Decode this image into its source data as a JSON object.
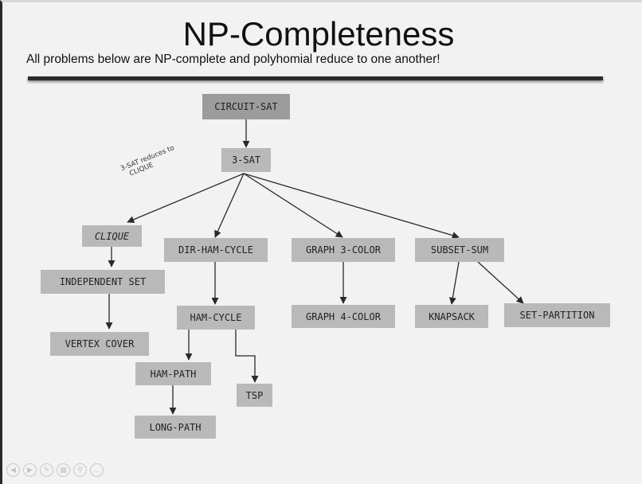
{
  "slide": {
    "title": "NP-Completeness",
    "subtitle": "All problems below are NP-complete and polyhomial reduce to one another!"
  },
  "annotation": {
    "line1": "3-SAT reduces to",
    "line2": "CLIQUE"
  },
  "nodes": {
    "circuit_sat": "CIRCUIT-SAT",
    "three_sat": "3-SAT",
    "clique": "CLIQUE",
    "independent_set": "INDEPENDENT SET",
    "vertex_cover": "VERTEX COVER",
    "dir_ham_cycle": "DIR-HAM-CYCLE",
    "ham_cycle": "HAM-CYCLE",
    "ham_path": "HAM-PATH",
    "long_path": "LONG-PATH",
    "tsp": "TSP",
    "graph_3_color": "GRAPH 3-COLOR",
    "graph_4_color": "GRAPH 4-COLOR",
    "subset_sum": "SUBSET-SUM",
    "knapsack": "KNAPSACK",
    "set_partition": "SET-PARTITION"
  },
  "edges": [
    [
      "circuit_sat",
      "three_sat"
    ],
    [
      "three_sat",
      "clique"
    ],
    [
      "three_sat",
      "dir_ham_cycle"
    ],
    [
      "three_sat",
      "graph_3_color"
    ],
    [
      "three_sat",
      "subset_sum"
    ],
    [
      "clique",
      "independent_set"
    ],
    [
      "independent_set",
      "vertex_cover"
    ],
    [
      "dir_ham_cycle",
      "ham_cycle"
    ],
    [
      "ham_cycle",
      "ham_path"
    ],
    [
      "ham_cycle",
      "tsp"
    ],
    [
      "ham_path",
      "long_path"
    ],
    [
      "graph_3_color",
      "graph_4_color"
    ],
    [
      "subset_sum",
      "knapsack"
    ],
    [
      "subset_sum",
      "set_partition"
    ]
  ],
  "colors": {
    "node_fill": "#b9b9b9",
    "root_fill": "#9c9c9c",
    "edge": "#2a2a2a"
  },
  "controls": [
    "previous-icon",
    "next-icon",
    "pen-icon",
    "slides-icon",
    "zoom-icon",
    "menu-icon"
  ]
}
